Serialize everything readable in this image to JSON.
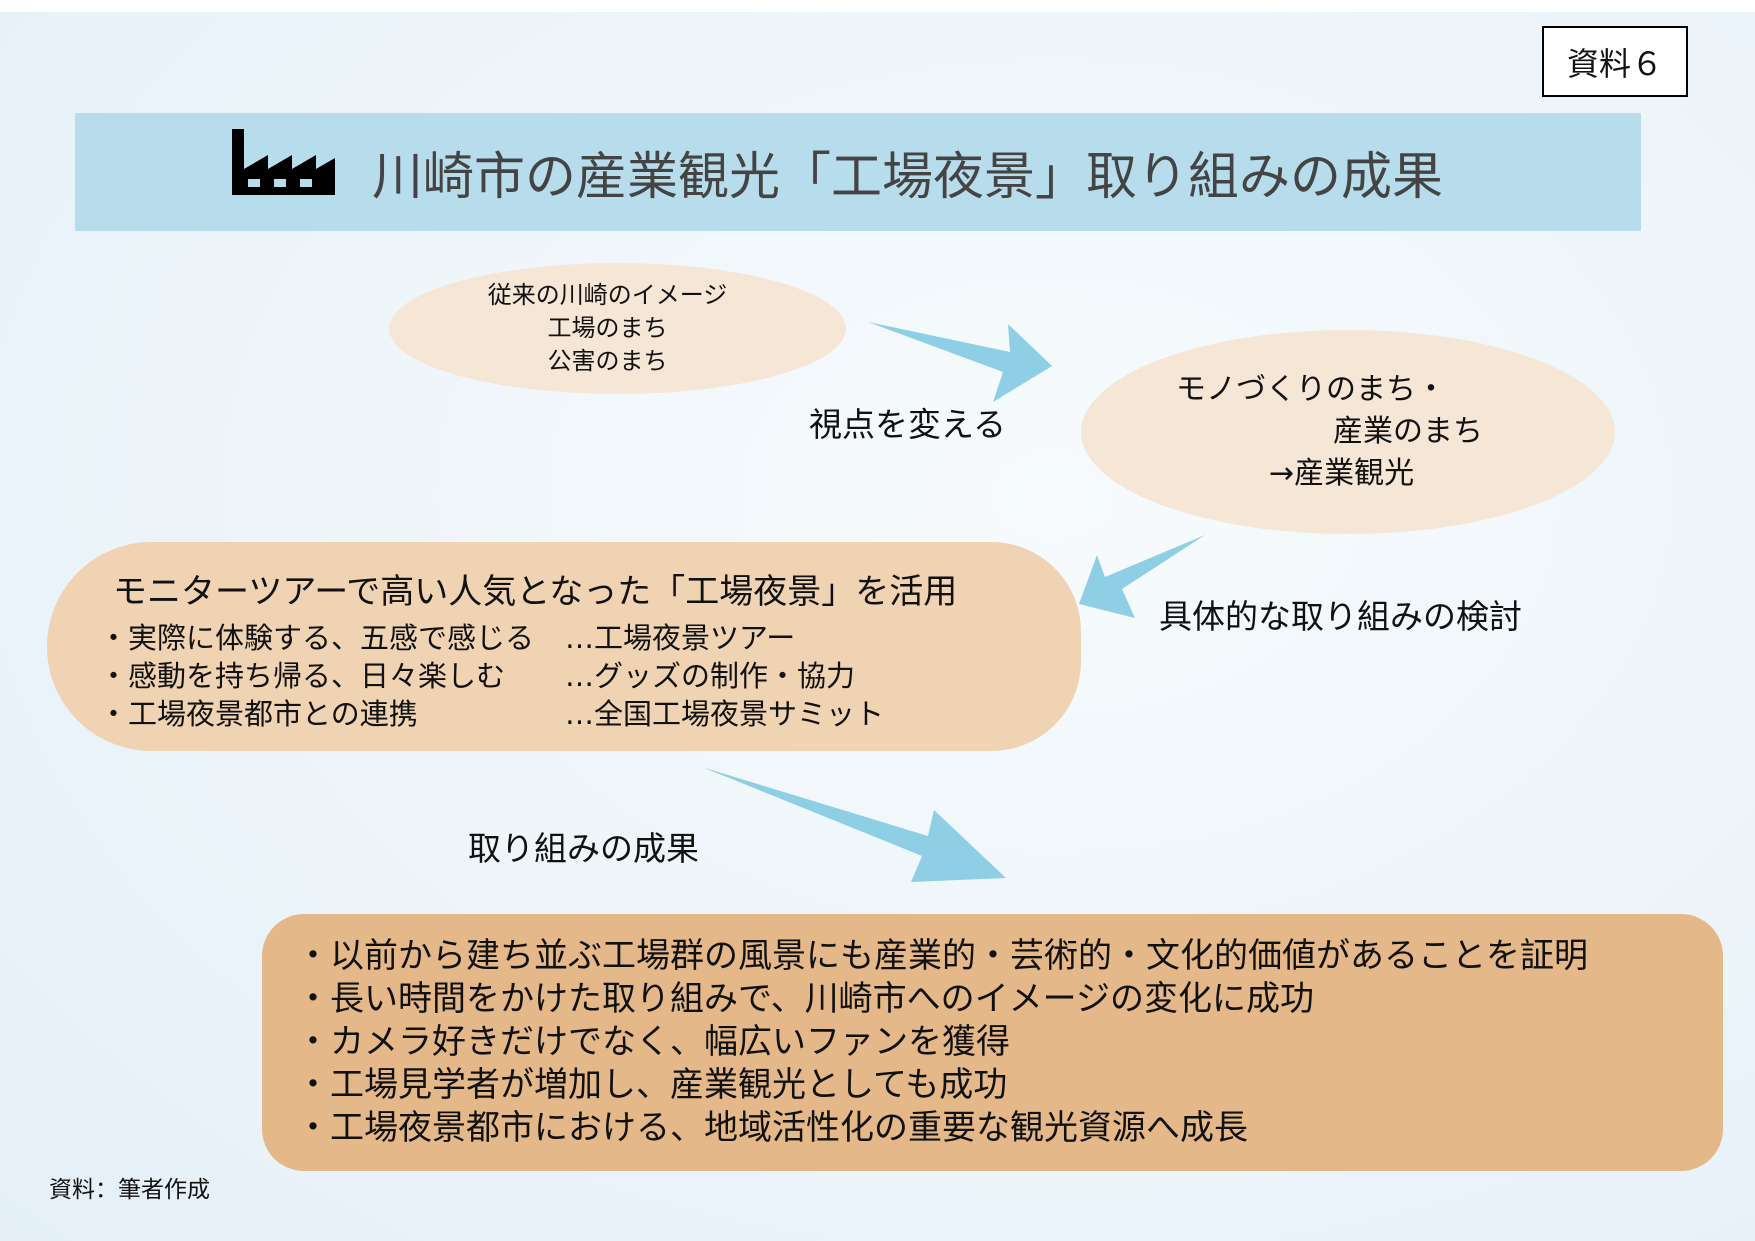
{
  "doc_label": "資料６",
  "title": "川崎市の産業観光「工場夜景」取り組みの成果",
  "title_icon": "factory-icon",
  "accent_color": "#8fcfe6",
  "old_image": {
    "lines": [
      "従来の川崎のイメージ",
      "工場のまち",
      "公害のまち"
    ]
  },
  "arrow1_label": "視点を変える",
  "new_image": {
    "lines": [
      "モノづくりのまち・",
      "産業のまち",
      "→産業観光"
    ]
  },
  "arrow2_label": "具体的な取り組みの検討",
  "initiatives": {
    "heading": "モニターツアーで高い人気となった「工場夜景」を活用",
    "rows": [
      {
        "left": "・実際に体験する、五感で感じる",
        "right": "…工場夜景ツアー"
      },
      {
        "left": "・感動を持ち帰る、日々楽しむ",
        "right": "…グッズの制作・協力"
      },
      {
        "left": "・工場夜景都市との連携",
        "right": "…全国工場夜景サミット"
      }
    ]
  },
  "arrow3_label": "取り組みの成果",
  "results": [
    "・以前から建ち並ぶ工場群の風景にも産業的・芸術的・文化的価値があることを証明",
    "・長い時間をかけた取り組みで、川崎市へのイメージの変化に成功",
    "・カメラ好きだけでなく、幅広いファンを獲得",
    "・工場見学者が増加し、産業観光としても成功",
    "・工場夜景都市における、地域活性化の重要な観光資源へ成長"
  ],
  "source": "資料：筆者作成"
}
